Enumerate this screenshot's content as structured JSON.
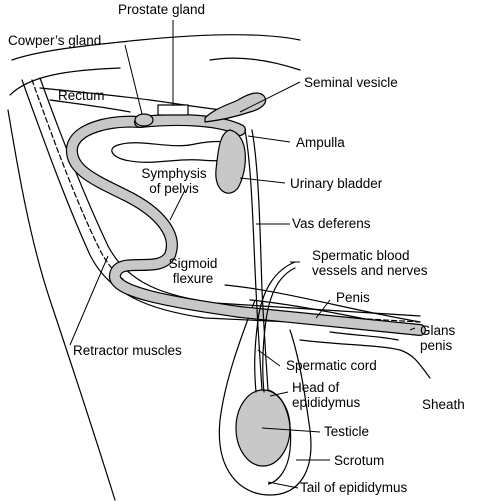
{
  "labels": {
    "prostate_gland": "Prostate gland",
    "cowpers_gland": "Cowper’s gland",
    "rectum": "Rectum",
    "seminal_vesicle": "Seminal vesicle",
    "ampulla": "Ampulla",
    "symphysis_line1": "Symphysis",
    "symphysis_line2": "of pelvis",
    "urinary_bladder": "Urinary bladder",
    "vas_deferens": "Vas deferens",
    "spermatic_vessels_line1": "Spermatic blood",
    "spermatic_vessels_line2": "vessels and nerves",
    "sigmoid_line1": "Sigmoid",
    "sigmoid_line2": "flexure",
    "penis": "Penis",
    "glans_line1": "Glans",
    "glans_line2": "penis",
    "retractor_muscles": "Retractor muscles",
    "spermatic_cord": "Spermatic cord",
    "sheath": "Sheath",
    "head_epididymus_line1": "Head of",
    "head_epididymus_line2": "epididymus",
    "testicle": "Testicle",
    "scrotum": "Scrotum",
    "tail_epididymus": "Tail of epididymus"
  },
  "colors": {
    "line": "#000000",
    "organ_fill": "#c8c8c8",
    "background": "#ffffff"
  }
}
